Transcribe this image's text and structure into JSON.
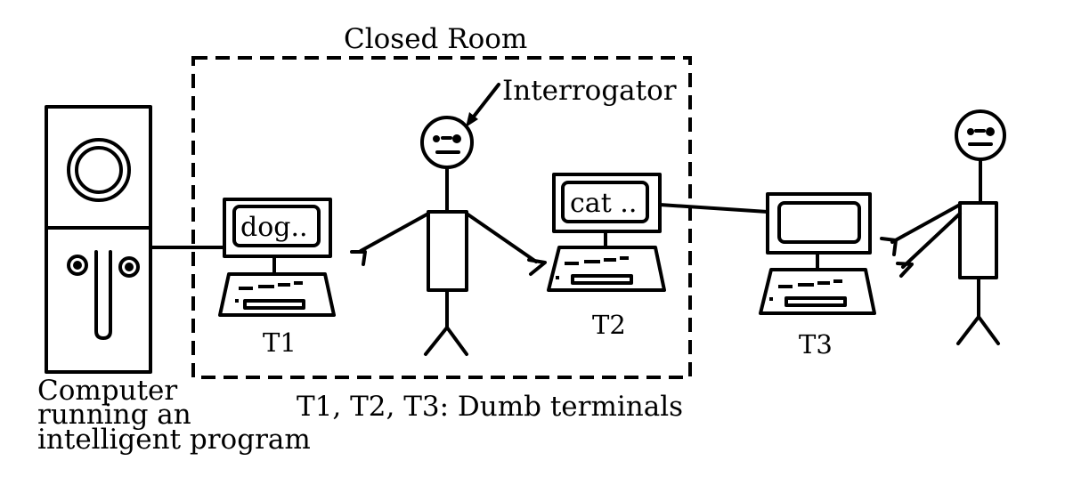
{
  "room": {
    "label": "Closed Room"
  },
  "interrogator": {
    "label": "Interrogator"
  },
  "computer": {
    "caption_lines": [
      "Computer",
      "running an",
      "intelligent program"
    ]
  },
  "terminals": [
    {
      "label": "T1",
      "screen_text": "dog.."
    },
    {
      "label": "T2",
      "screen_text": "cat .."
    },
    {
      "label": "T3",
      "screen_text": ""
    }
  ],
  "legend": "T1, T2, T3: Dumb terminals",
  "colors": {
    "ink": "#000000",
    "background": "#ffffff"
  }
}
